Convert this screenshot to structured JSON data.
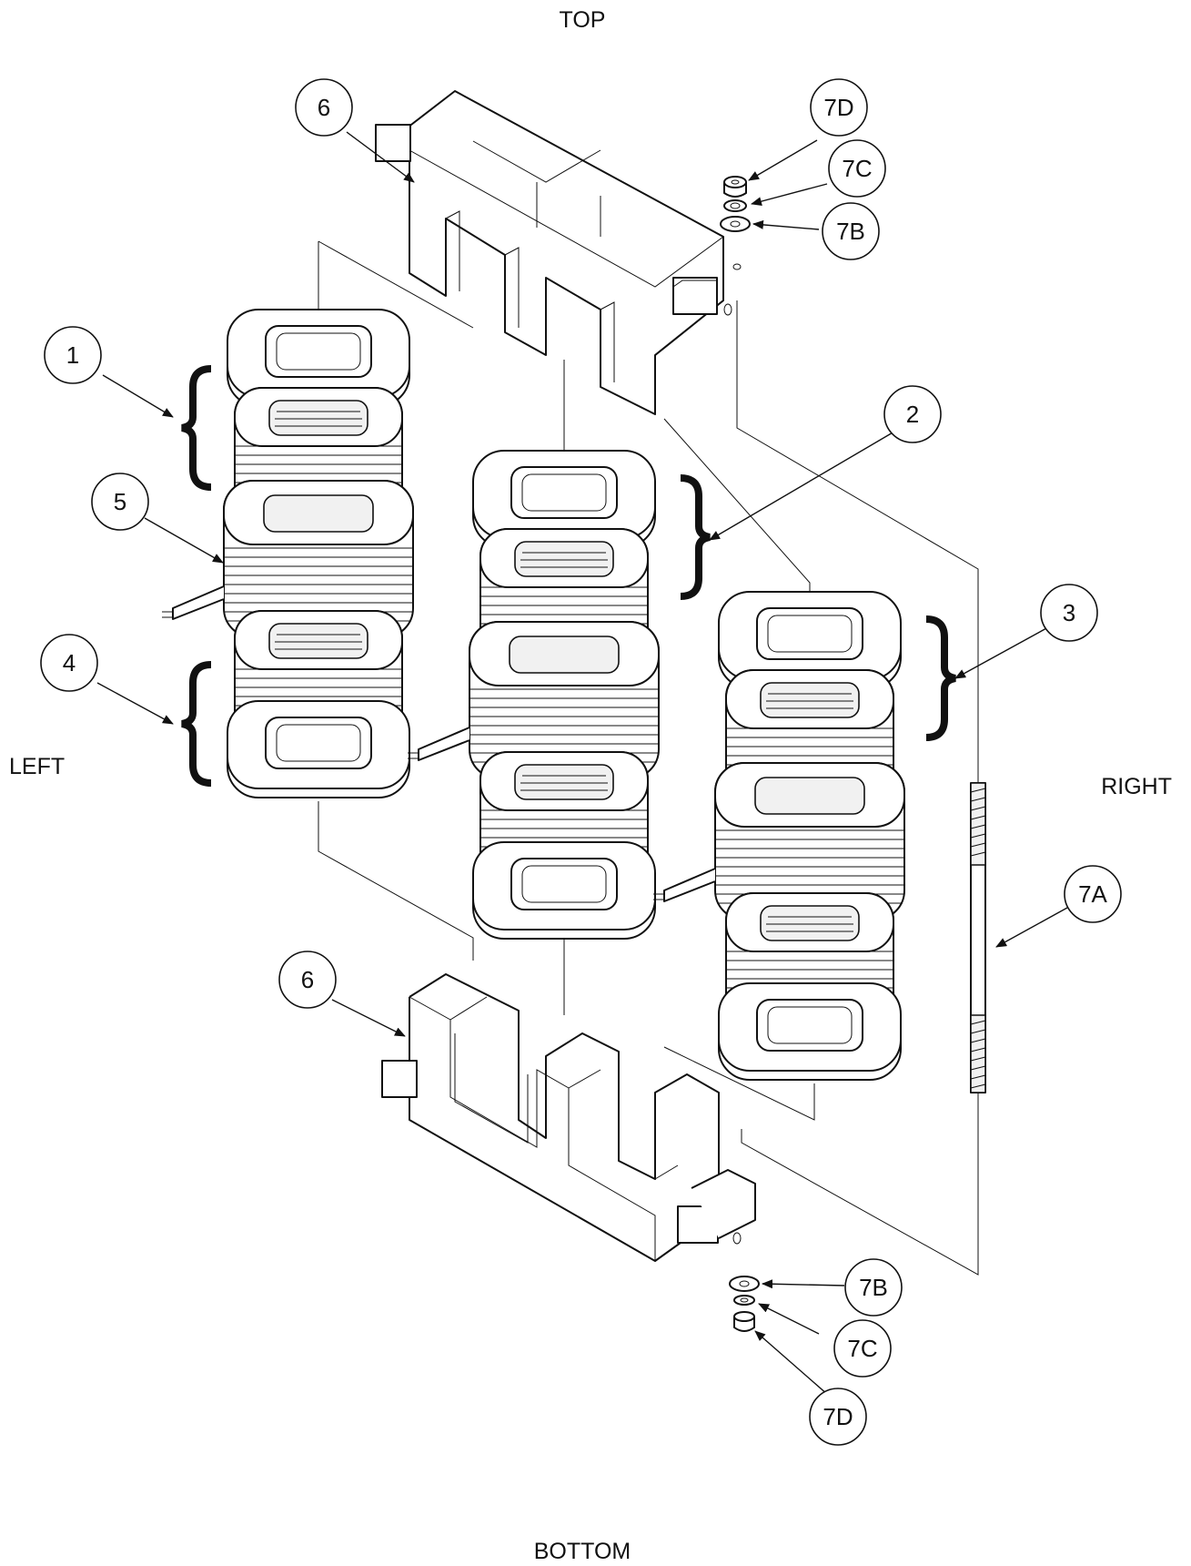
{
  "orientation": {
    "top": "TOP",
    "bottom": "BOTTOM",
    "left": "LEFT",
    "right": "RIGHT"
  },
  "callouts": [
    {
      "id": "c1",
      "label": "1"
    },
    {
      "id": "c2",
      "label": "2"
    },
    {
      "id": "c3",
      "label": "3"
    },
    {
      "id": "c4",
      "label": "4"
    },
    {
      "id": "c5",
      "label": "5"
    },
    {
      "id": "c6a",
      "label": "6"
    },
    {
      "id": "c6b",
      "label": "6"
    },
    {
      "id": "c7a",
      "label": "7A"
    },
    {
      "id": "c7b1",
      "label": "7B"
    },
    {
      "id": "c7c1",
      "label": "7C"
    },
    {
      "id": "c7d1",
      "label": "7D"
    },
    {
      "id": "c7b2",
      "label": "7B"
    },
    {
      "id": "c7c2",
      "label": "7C"
    },
    {
      "id": "c7d2",
      "label": "7D"
    }
  ]
}
